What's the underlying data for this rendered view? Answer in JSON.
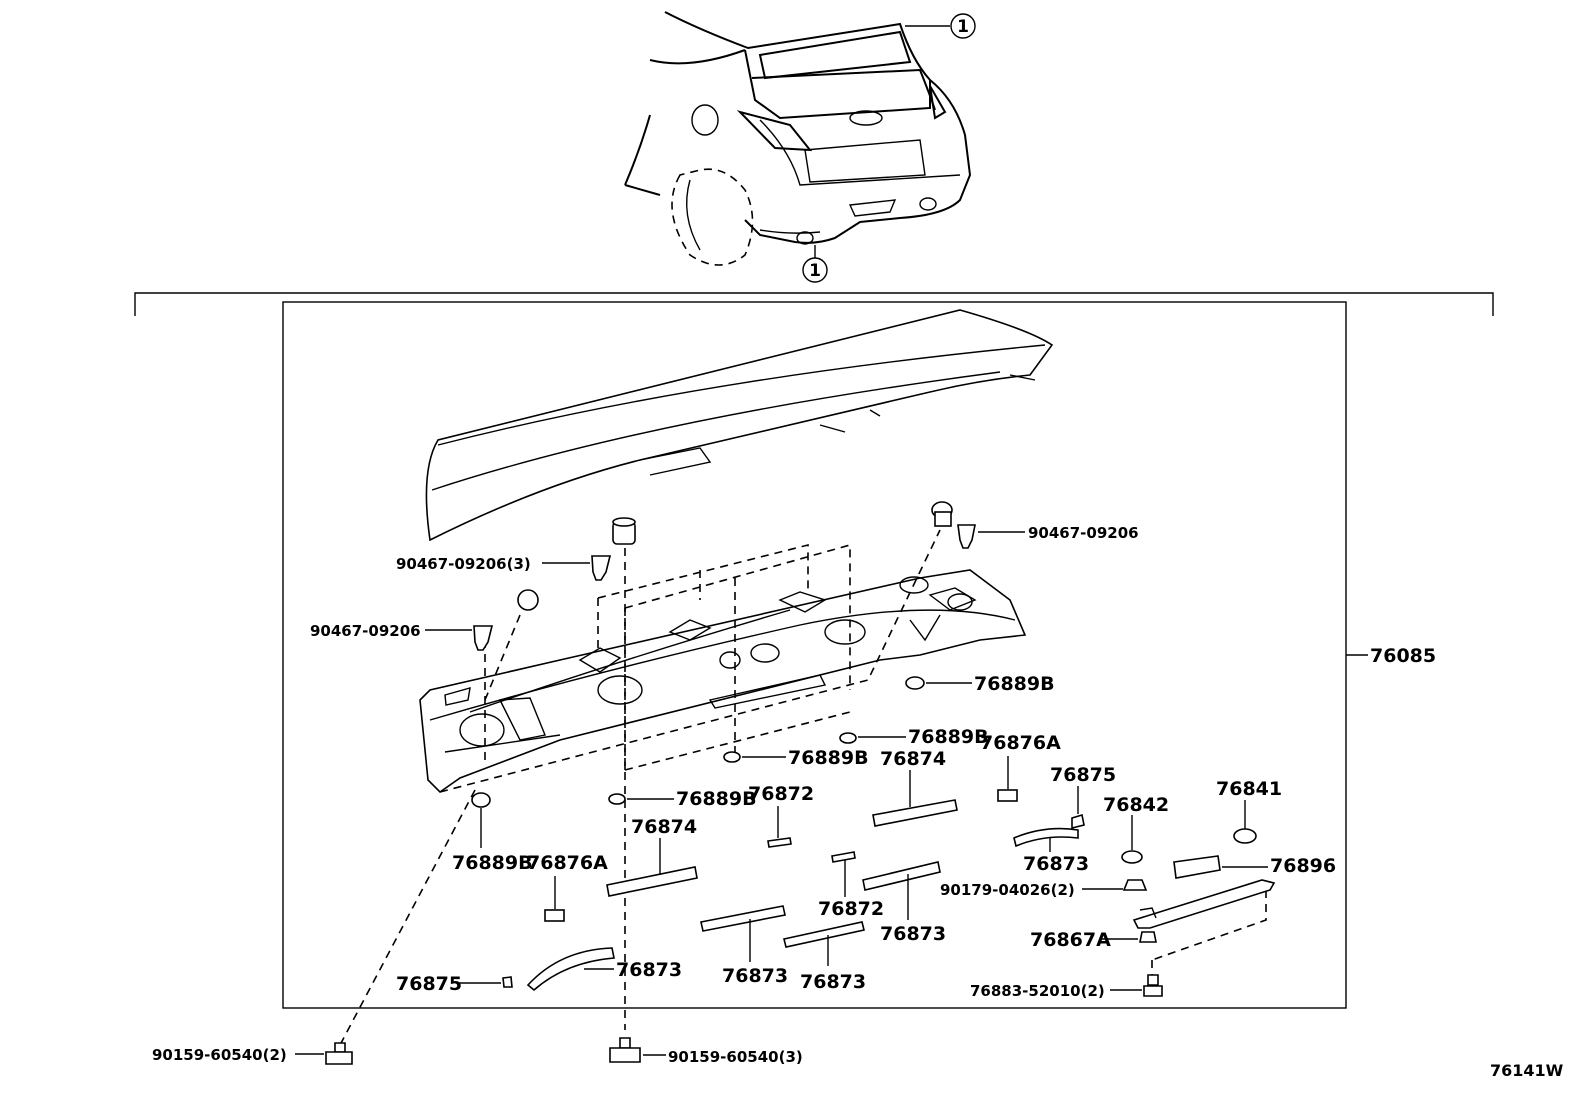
{
  "callouts": {
    "one": "1"
  },
  "diagram_code": "76141W",
  "assembly": "76085",
  "labels": {
    "clip_right_top": "90467-09206",
    "clip_left_qty": "90467-09206(3)",
    "clip_left": "90467-09206",
    "grommet_right": "76889B",
    "grommet_mid_upper": "76889B",
    "grommet_mid": "76889B",
    "grommet_center": "76889B",
    "grommet_left": "76889B",
    "clip_76876a_right": "76876A",
    "clip_76876a_left": "76876A",
    "tape_76874_right": "76874",
    "tape_76874_left": "76874",
    "seal_76875_right": "76875",
    "seal_76875_left": "76875",
    "pad_76872_upper": "76872",
    "pad_76872_lower": "76872",
    "tape_76873_right": "76873",
    "tape_76873_mid_right": "76873",
    "tape_76873_left": "76873",
    "tape_76873_bottom_a": "76873",
    "tape_76873_bottom_b": "76873",
    "pad_76842": "76842",
    "pad_76841": "76841",
    "bracket_76896": "76896",
    "nut_90179": "90179-04026(2)",
    "clip_76867a": "76867A",
    "screw_76883": "76883-52010(2)",
    "bolt_left": "90159-60540(2)",
    "bolt_center": "90159-60540(3)"
  }
}
